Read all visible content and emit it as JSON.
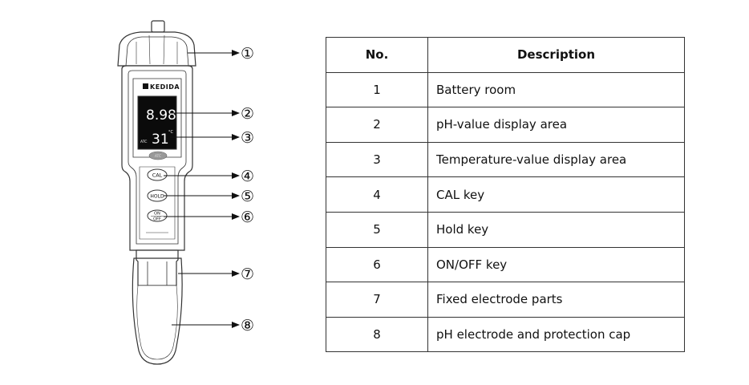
{
  "meter": {
    "brand": "KEDIDA",
    "ph_reading": "8.98",
    "temp_reading": "31",
    "temp_unit": "°C",
    "atc_label": "ATC",
    "atc_button": "ATC",
    "cal_button": "CAL",
    "hold_button": "HOLD",
    "onoff_button_top": "ON",
    "onoff_button_bottom": "OFF"
  },
  "callouts": [
    "①",
    "②",
    "③",
    "④",
    "⑤",
    "⑥",
    "⑦",
    "⑧"
  ],
  "table": {
    "headers": {
      "no": "No.",
      "description": "Description"
    },
    "rows": [
      {
        "no": "1",
        "description": "Battery room"
      },
      {
        "no": "2",
        "description": "pH-value display area"
      },
      {
        "no": "3",
        "description": "Temperature-value display area"
      },
      {
        "no": "4",
        "description": "CAL key"
      },
      {
        "no": "5",
        "description": "Hold key"
      },
      {
        "no": "6",
        "description": "ON/OFF key"
      },
      {
        "no": "7",
        "description": "Fixed electrode parts"
      },
      {
        "no": "8",
        "description": "pH electrode and protection cap"
      }
    ]
  }
}
